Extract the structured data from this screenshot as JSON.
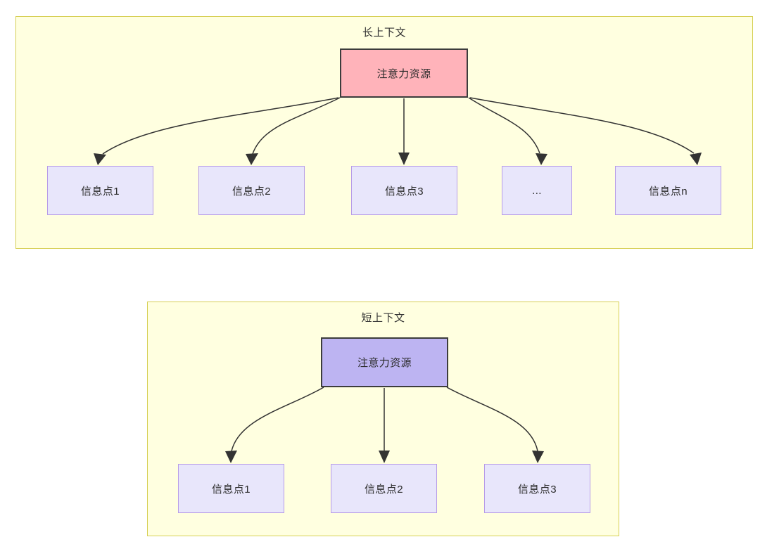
{
  "diagram": {
    "type": "node-edge-diagram",
    "background": "#ffffff",
    "panel_fill": "#ffffe0",
    "panel_border": "#d6cf53",
    "edge_color": "#333333",
    "panels": [
      {
        "id": "long-context",
        "title": "长上下文",
        "root": {
          "label": "注意力资源",
          "fill": "#ffb3ba",
          "border": "#3c3c3c"
        },
        "children": [
          {
            "label": "信息点1"
          },
          {
            "label": "信息点2"
          },
          {
            "label": "信息点3"
          },
          {
            "label": "..."
          },
          {
            "label": "信息点n"
          }
        ],
        "child_fill": "#e8e6fb",
        "child_border": "#b79ce8"
      },
      {
        "id": "short-context",
        "title": "短上下文",
        "root": {
          "label": "注意力资源",
          "fill": "#bdb4f2",
          "border": "#3c3c3c"
        },
        "children": [
          {
            "label": "信息点1"
          },
          {
            "label": "信息点2"
          },
          {
            "label": "信息点3"
          }
        ],
        "child_fill": "#e8e6fb",
        "child_border": "#b79ce8"
      }
    ]
  }
}
